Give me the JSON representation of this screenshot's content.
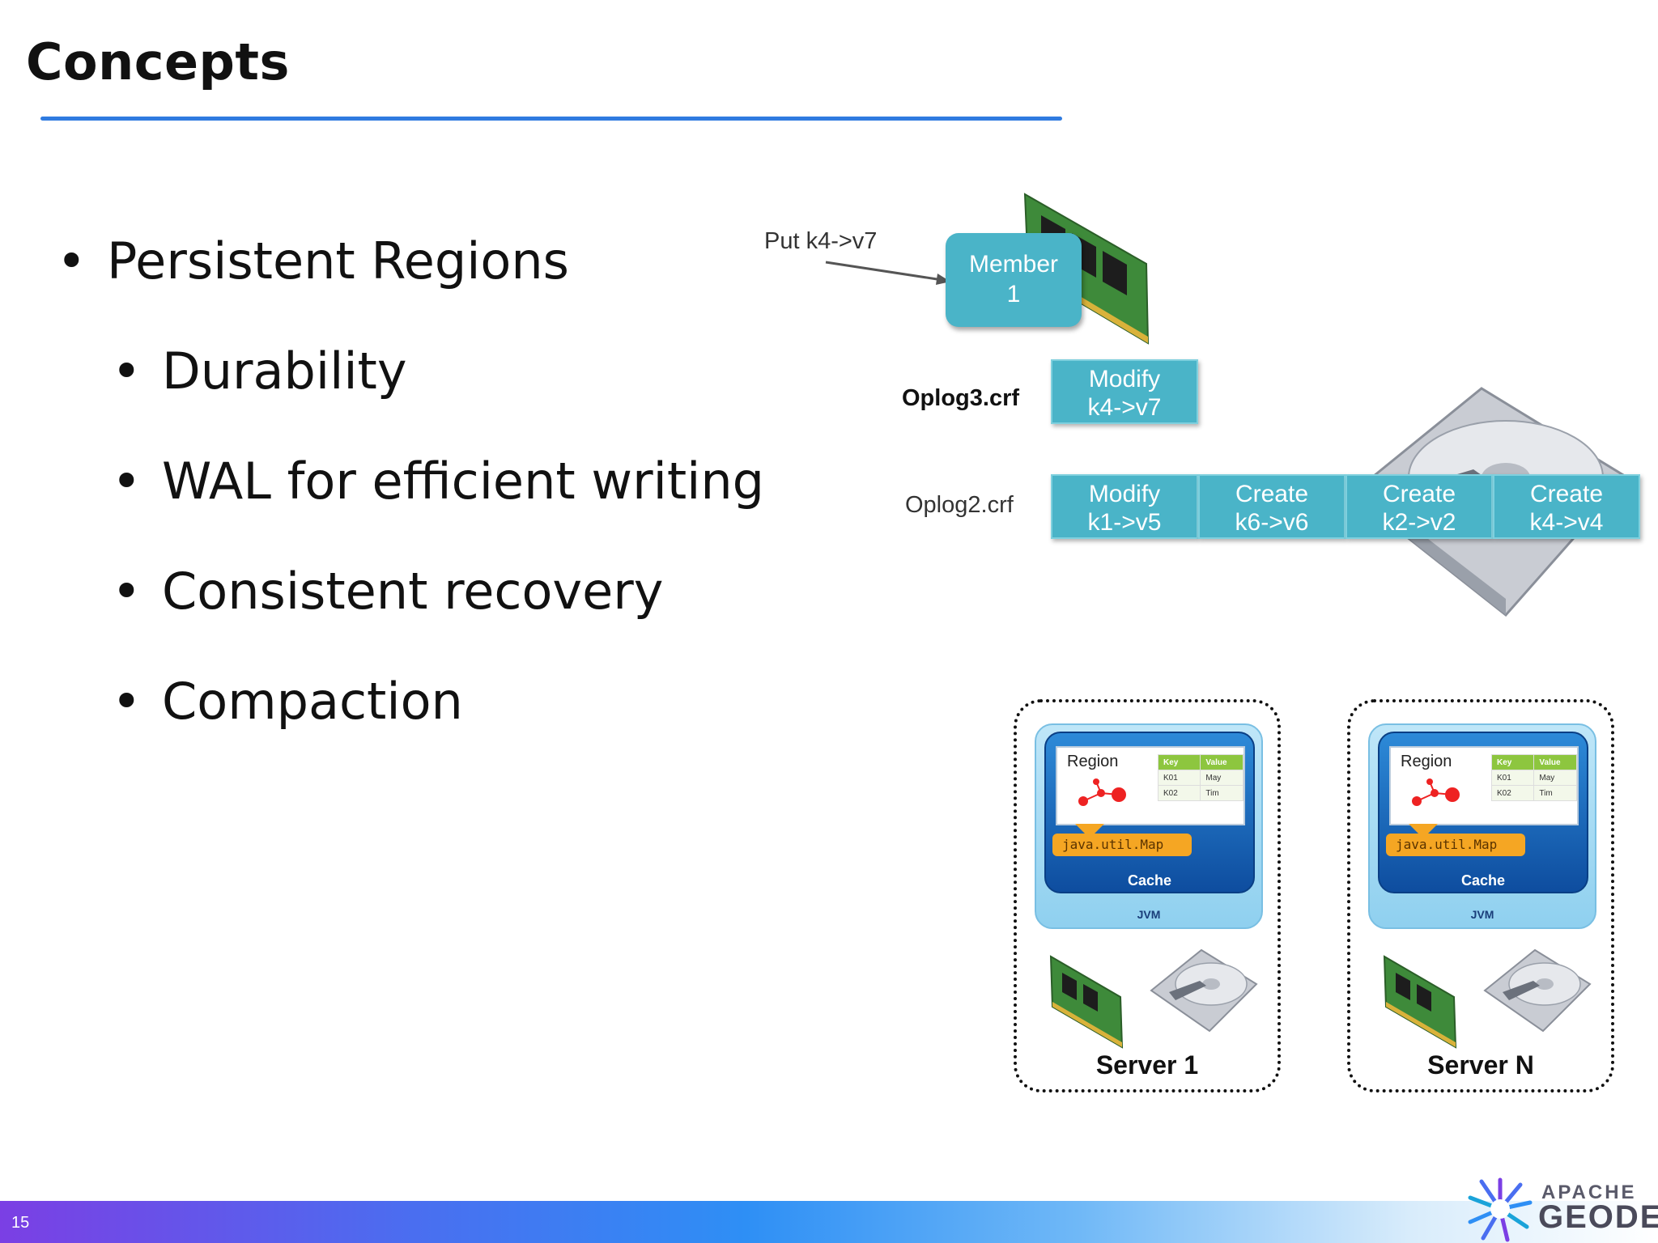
{
  "slide": {
    "title": "Concepts",
    "page_number": "15"
  },
  "bullets": [
    {
      "level": 1,
      "text": "Persistent Regions"
    },
    {
      "level": 2,
      "text": "Durability"
    },
    {
      "level": 2,
      "text": "WAL for efficient writing"
    },
    {
      "level": 2,
      "text": "Consistent recovery"
    },
    {
      "level": 2,
      "text": "Compaction"
    }
  ],
  "oplog_diagram": {
    "put_label": "Put k4->v7",
    "member_label_line1": "Member",
    "member_label_line2": "1",
    "oplog3_label": "Oplog3.crf",
    "oplog2_label": "Oplog2.crf",
    "oplog3_entries": [
      {
        "op": "Modify",
        "kv": "k4->v7"
      }
    ],
    "oplog2_entries": [
      {
        "op": "Modify",
        "kv": "k1->v5"
      },
      {
        "op": "Create",
        "kv": "k6->v6"
      },
      {
        "op": "Create",
        "kv": "k2->v2"
      },
      {
        "op": "Create",
        "kv": "k4->v4"
      }
    ],
    "icons": [
      "ram-module-icon",
      "hard-disk-icon"
    ]
  },
  "servers": [
    {
      "name": "Server 1",
      "region_label": "Region",
      "map_label": "java.util.Map",
      "cache_label": "Cache",
      "jvm_label": "JVM",
      "table_headers": [
        "Key",
        "Value"
      ],
      "table_rows": [
        [
          "K01",
          "May"
        ],
        [
          "K02",
          "Tim"
        ]
      ]
    },
    {
      "name": "Server N",
      "region_label": "Region",
      "map_label": "java.util.Map",
      "cache_label": "Cache",
      "jvm_label": "JVM",
      "table_headers": [
        "Key",
        "Value"
      ],
      "table_rows": [
        [
          "K01",
          "May"
        ],
        [
          "K02",
          "Tim"
        ]
      ]
    }
  ],
  "logo": {
    "line1": "APACHE",
    "line2": "GEODE"
  },
  "colors": {
    "accent_rule": "#2f7be0",
    "oplog_box": "#4ab4c8",
    "javamap": "#f5a623",
    "cache_blue": "#0e4d9f"
  }
}
